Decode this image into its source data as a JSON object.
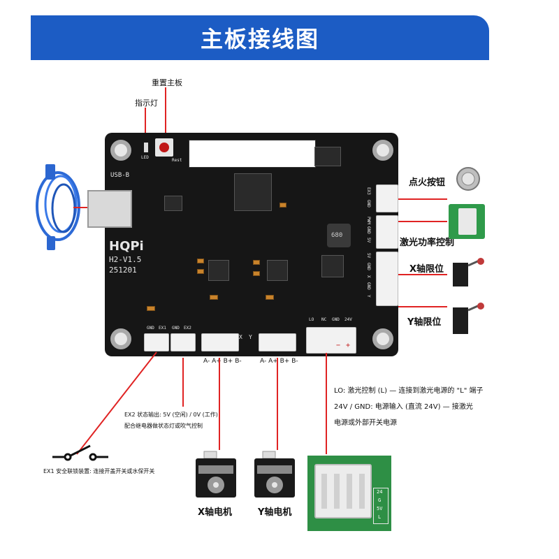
{
  "title": "主板接线图",
  "board": {
    "brand": "HQPi",
    "version": "H2-V1.5",
    "date_code": "251201",
    "usb_silk": "USB-B",
    "led_silk": "LED",
    "rest_silk": "Rest",
    "inductor_marking": "680",
    "bottom_left_pins": [
      "GND",
      "EX1",
      "GND",
      "EX2"
    ],
    "x_motor_pins": "A- A+ B+ B-",
    "y_motor_pins": "A- A+ B+ B-",
    "axis_labels": [
      "X",
      "Y"
    ],
    "power_pins": [
      "LO",
      "NC",
      "GND",
      "24V"
    ],
    "power_polarity": [
      "−",
      "+"
    ],
    "right_pins": {
      "fire": [
        "EX3",
        "GND"
      ],
      "laser": [
        "PWM",
        "GND",
        "5V"
      ],
      "limit": [
        "5V",
        "GND",
        "X",
        "GND",
        "Y"
      ]
    },
    "psu_labels": [
      "24",
      "G",
      "5V",
      "L"
    ]
  },
  "labels": {
    "reset": "重置主板",
    "indicator": "指示灯",
    "fire_button": "点火按钮",
    "laser_power": "激光功率控制",
    "x_limit": "X轴限位",
    "y_limit": "Y轴限位",
    "x_motor": "X轴电机",
    "y_motor": "Y轴电机",
    "ex2_note_1": "EX2 状态输出: 5V (空闲) / 0V (工作)",
    "ex2_note_2": "配合继电器做状态灯或吹气控制",
    "ex1_note": "EX1 安全联锁装置: 连接开盖开关或水保开关",
    "lo_note_1": "LO: 激光控制 (L) — 连接到激光电源的 \"L\" 端子",
    "lo_note_2": "24V / GND: 电源输入 (直流 24V) — 接激光",
    "lo_note_3": "电源或外部开关电源"
  }
}
